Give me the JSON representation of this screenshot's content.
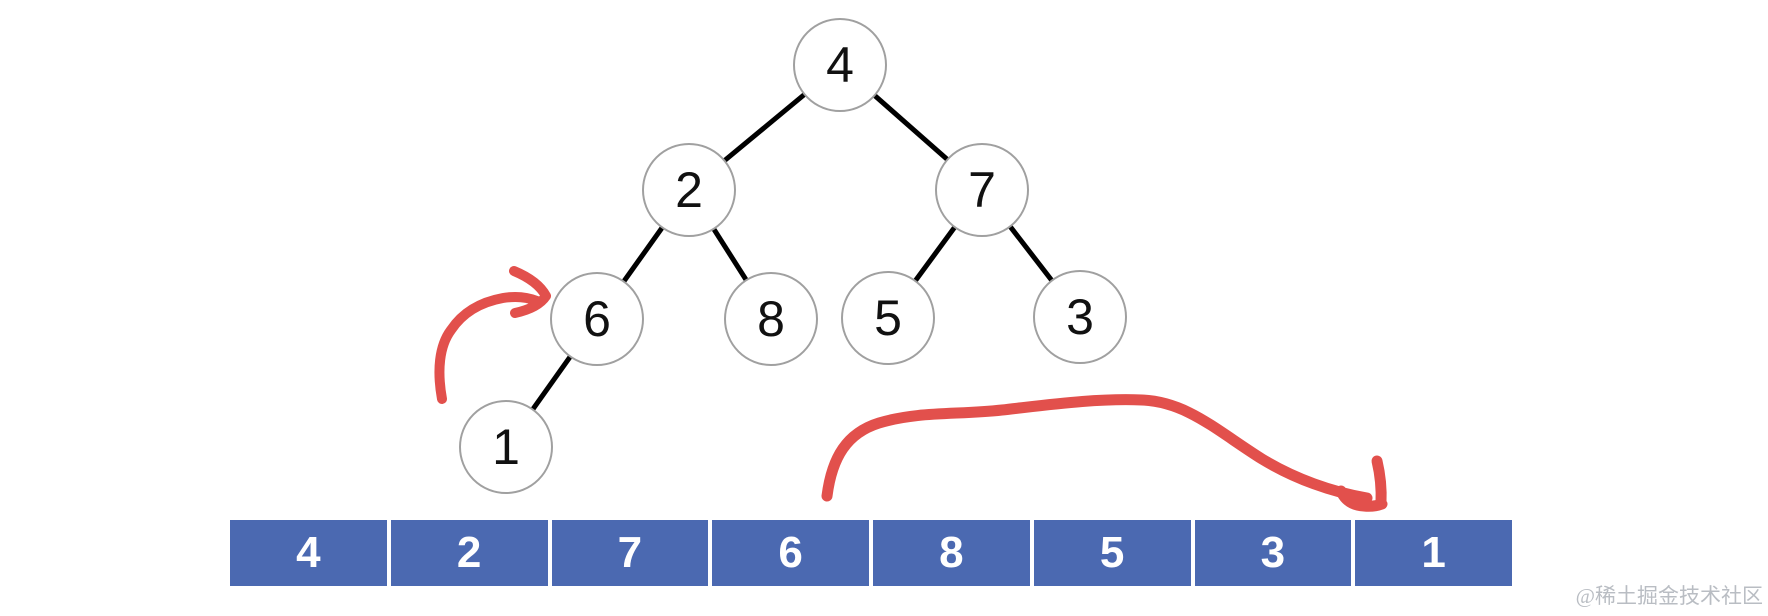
{
  "tree": {
    "nodes": [
      {
        "label": "4"
      },
      {
        "label": "2"
      },
      {
        "label": "7"
      },
      {
        "label": "6"
      },
      {
        "label": "8"
      },
      {
        "label": "5"
      },
      {
        "label": "3"
      },
      {
        "label": "1"
      }
    ],
    "edges": [
      [
        "4",
        "2"
      ],
      [
        "4",
        "7"
      ],
      [
        "2",
        "6"
      ],
      [
        "2",
        "8"
      ],
      [
        "7",
        "5"
      ],
      [
        "7",
        "3"
      ],
      [
        "6",
        "1"
      ]
    ]
  },
  "array": {
    "values": [
      "4",
      "2",
      "7",
      "6",
      "8",
      "5",
      "3",
      "1"
    ]
  },
  "annotations": {
    "small_arrow_points_to": "tree-node-6",
    "big_arrow_from_value": "6",
    "big_arrow_to_value": "1"
  },
  "watermark": {
    "text": "@稀土掘金技术社区"
  },
  "colors": {
    "array_cell_blue": "#4b69b1",
    "array_text_white": "#ffffff",
    "node_border_gray": "#a0a0a0",
    "node_text_black": "#111111",
    "tree_edge_black": "#000000",
    "annotation_red": "#e2504c",
    "watermark_gray": "#b9bdc3"
  }
}
